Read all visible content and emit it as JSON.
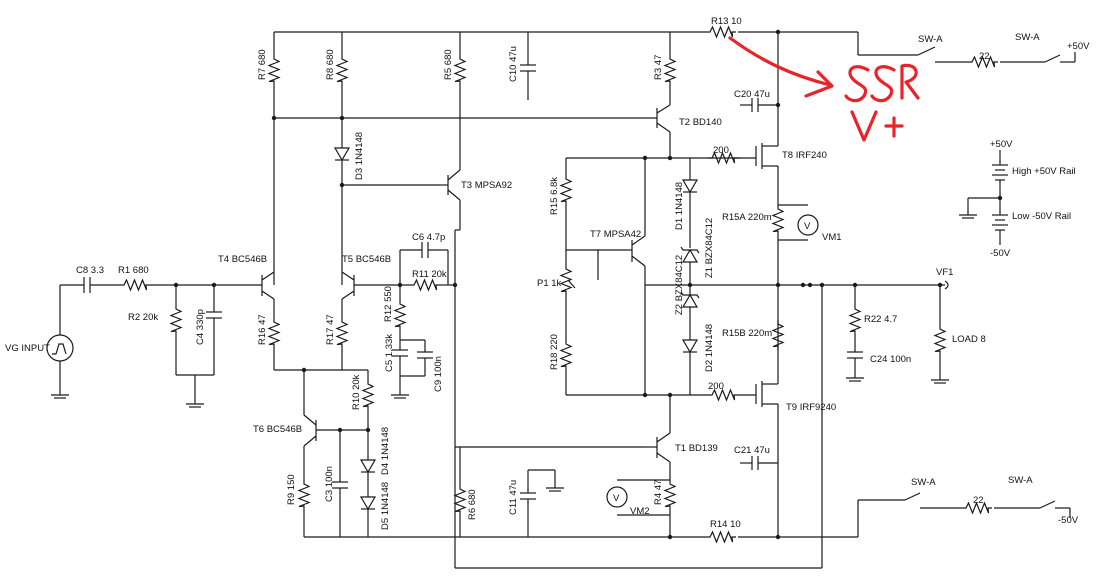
{
  "labels": {
    "r13": "R13 10",
    "r7": "R7 680",
    "r8": "R8 680",
    "r5": "R5 680",
    "c10": "C10 47u",
    "r3": "R3 47",
    "c20": "C20 47u",
    "t2": "T2 BD140",
    "t8": "T8 IRF240",
    "d3": "D3 1N4148",
    "t3": "T3 MPSA92",
    "r15": "R15 6.8k",
    "t7": "T7 MPSA42",
    "d1": "D1 1N4148",
    "z1": "Z1 BZX84C12",
    "r15a": "R15A 220m",
    "vm1": "VM1",
    "p1": "P1 1k",
    "z2": "Z2 BZX84C12",
    "r15b": "R15B 220m",
    "r18": "R18 220",
    "d2": "D2 1N4148",
    "r200a": "200",
    "r200b": "200",
    "t9": "T9 IRF9240",
    "c8": "C8 3.3",
    "r1": "R1 680",
    "r2": "R2 20k",
    "c4": "C4 330p",
    "t4": "T4 BC546B",
    "t5": "T5 BC546B",
    "c6": "C6 4.7p",
    "r11": "R11 20k",
    "r12": "R12 550",
    "c5": "C5 1.33k",
    "c9": "C9 100n",
    "r16": "R16 47",
    "r17": "R17 47",
    "vg": "VG INPUT",
    "r10": "R10 20k",
    "t6": "T6 BC546B",
    "c3": "C3 100n",
    "d4": "D4 1N4148",
    "d5": "D5 1N4148",
    "r9": "R9 150",
    "r6": "R6 680",
    "c11": "C11 47u",
    "t1": "T1 BD139",
    "c21": "C21 47u",
    "vm2": "VM2",
    "r4": "R4 47",
    "r14": "R14 10",
    "vf1": "VF1",
    "r22": "R22 4.7",
    "c24": "C24 100n",
    "load": "LOAD 8",
    "swa1": "SW-A",
    "swa2": "SW-A",
    "r22top": "22",
    "p50a": "+50V",
    "swa3": "SW-A",
    "swa4": "SW-A",
    "r22bot": "22",
    "m50a": "-50V",
    "p50b": "+50V",
    "rail_hi": "High +50V Rail",
    "rail_lo": "Low -50V Rail",
    "m50b": "-50V"
  },
  "annotation": {
    "text": "SSR V+",
    "color": "#e8232a"
  }
}
